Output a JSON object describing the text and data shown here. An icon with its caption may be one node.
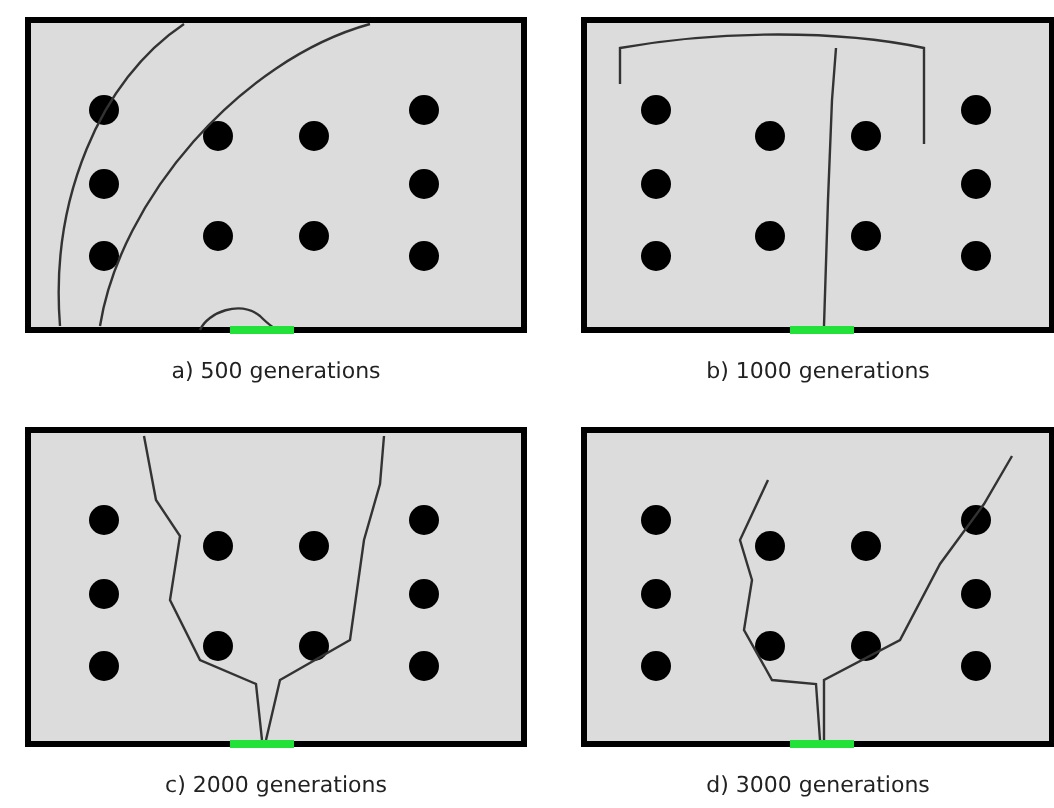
{
  "diagram": {
    "labels": [
      "a) 500 generations",
      "b) 1000 generations",
      "c) 2000 generations",
      "d) 3000 generations"
    ]
  }
}
